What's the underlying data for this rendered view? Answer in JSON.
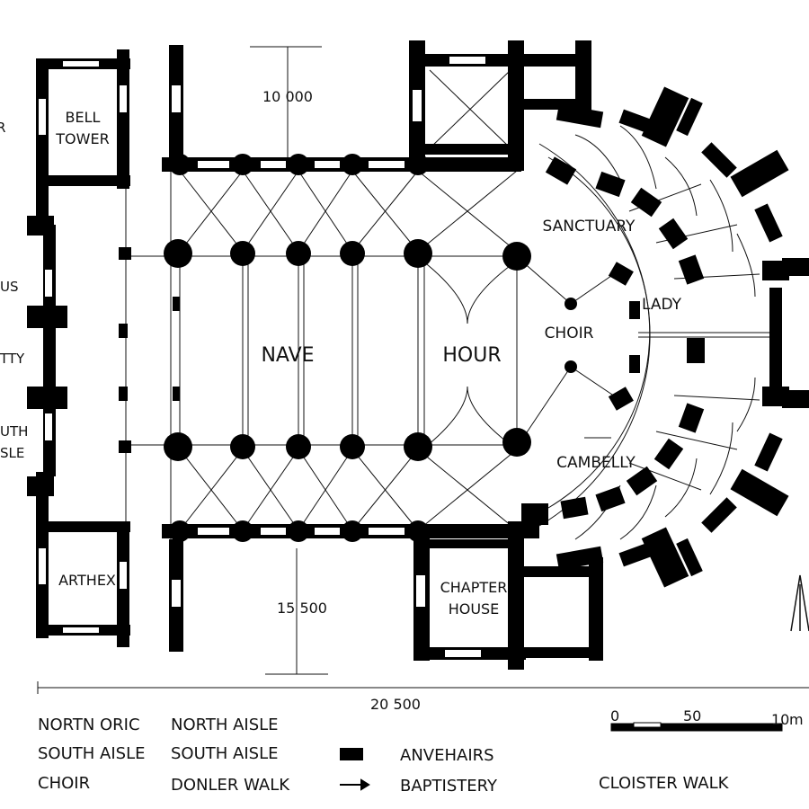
{
  "labels": {
    "bell_tower_1": "BELL",
    "bell_tower_2": "TOWER",
    "nave": "NAVE",
    "hour": "HOUR",
    "sanctuary": "SANCTUARY",
    "choir": "CHOIR",
    "lady": "LADY",
    "cambelly": "CAMBELLY",
    "arthex": "ARTHEX",
    "chapter_house_1": "CHAPTER",
    "chapter_house_2": "HOUSE",
    "left_cut_1": "US",
    "left_cut_2": "TTY",
    "left_cut_3": "UTH",
    "left_cut_4": "SLE",
    "left_cut_r": "R"
  },
  "dimensions": {
    "top": "10 000",
    "bottom": "15 500",
    "overall": "20 500"
  },
  "scale_bar": {
    "ticks": [
      "0",
      "50",
      "10"
    ],
    "unit": "m"
  },
  "legend": [
    {
      "text": "NORTN ORIC"
    },
    {
      "text": "NORTH AISLE"
    },
    {
      "text": "SOUTH AISLE"
    },
    {
      "text": "SOUTH AISLE"
    },
    {
      "text": "ANVEHAIRS"
    },
    {
      "text": "CHOIR"
    },
    {
      "text": "DONLER WALK"
    },
    {
      "text": "BAPTISTERY"
    },
    {
      "text": "CLOISTER WALK"
    }
  ]
}
